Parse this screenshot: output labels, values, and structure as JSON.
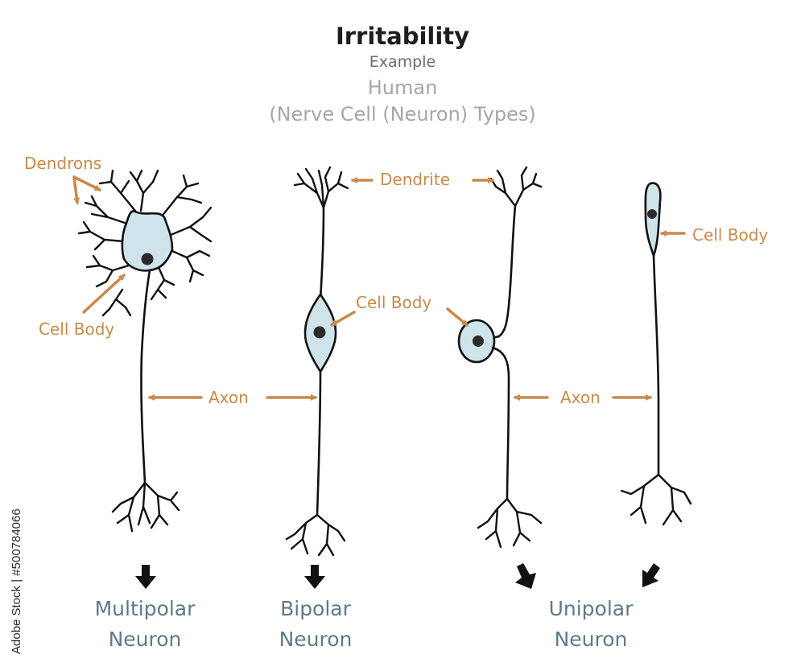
{
  "title": "Irritability",
  "subtitle": "Example",
  "organism": "Human",
  "topic": "(Nerve Cell (Neuron) Types)",
  "labels": {
    "dendrons": "Dendrons",
    "cell_body_multipolar": "Cell Body",
    "axon_left": "Axon",
    "dendrite": "Dendrite",
    "cell_body_bipolar": "Cell Body",
    "axon_right": "Axon",
    "cell_body_unipolar": "Cell Body"
  },
  "neuron_types": [
    {
      "line1": "Multipolar",
      "line2": "Neuron"
    },
    {
      "line1": "Bipolar",
      "line2": "Neuron"
    },
    {
      "line1": "Unipolar",
      "line2": "Neuron"
    }
  ],
  "watermark": "Adobe Stock | #500784066",
  "colors": {
    "label": "#c98a4c",
    "cell_fill": "#cfe3ea",
    "neuron_line": "#111111",
    "type_text": "#5f7a87",
    "title": "#1e1e1e"
  }
}
